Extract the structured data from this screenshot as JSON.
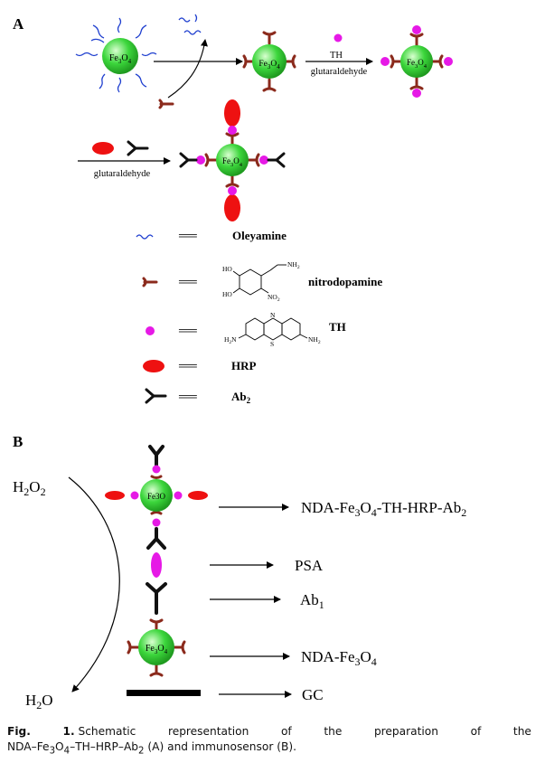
{
  "panels": {
    "a": {
      "label": "A"
    },
    "b": {
      "label": "B"
    }
  },
  "particle": {
    "core_base": "Fe",
    "core_sub1": "3",
    "core_mid": "O",
    "core_sub2": "4",
    "core_short": "Fe3O"
  },
  "panel_a": {
    "reagent_th": "TH",
    "reagent_glutaraldehyde_1": "glutaraldehyde",
    "reagent_glutaraldehyde_2": "glutaraldehyde"
  },
  "legend": {
    "equals": "══",
    "oleyamine": "Oleyamine",
    "nitrodopamine": "nitrodopamine",
    "th": "TH",
    "hrp": "HRP",
    "ab2_base": "Ab",
    "ab2_sub": "2"
  },
  "structures": {
    "nitrodopamine": {
      "ho_top": "HO",
      "ho_bottom": "HO",
      "amine": "NH",
      "amine_sub": "2",
      "nitro": "NO",
      "nitro_sub": "2"
    },
    "thionine": {
      "n": "N",
      "s": "S",
      "left": "H",
      "left_sub": "2",
      "left_end": "N",
      "right": "NH",
      "right_sub": "2"
    }
  },
  "panel_b": {
    "h2o2_base": "H",
    "h2o2_sub1": "2",
    "h2o2_mid": "O",
    "h2o2_sub2": "2",
    "h2o_base": "H",
    "h2o_sub": "2",
    "h2o_end": "O",
    "label_probe": {
      "p1": "NDA-Fe",
      "s1": "3",
      "p2": "O",
      "s2": "4",
      "p3": "-TH-HRP-Ab",
      "s3": "2"
    },
    "label_psa": "PSA",
    "label_ab1_base": "Ab",
    "label_ab1_sub": "1",
    "label_nda": {
      "p1": "NDA-Fe",
      "s1": "3",
      "p2": "O",
      "s2": "4"
    },
    "label_gc": "GC"
  },
  "caption": {
    "w1": "Fig.",
    "w2": "1.",
    "w3": "Schematic",
    "w4": "representation",
    "w5": "of",
    "w6": "the",
    "w7": "preparation",
    "w8": "of",
    "w9": "the",
    "l2_a": "NDA–Fe",
    "l2_s1": "3",
    "l2_b": "O",
    "l2_s2": "4",
    "l2_c": "–TH–HRP–Ab",
    "l2_s3": "2",
    "l2_d": " (A) and immunosensor (B)."
  },
  "colors": {
    "sphere": "#3cd63c",
    "oleyamine": "#1f3fcf",
    "linker": "#8b2a1c",
    "th_dot": "#e619e6",
    "hrp": "#ee1111",
    "antibody": "#111111"
  }
}
